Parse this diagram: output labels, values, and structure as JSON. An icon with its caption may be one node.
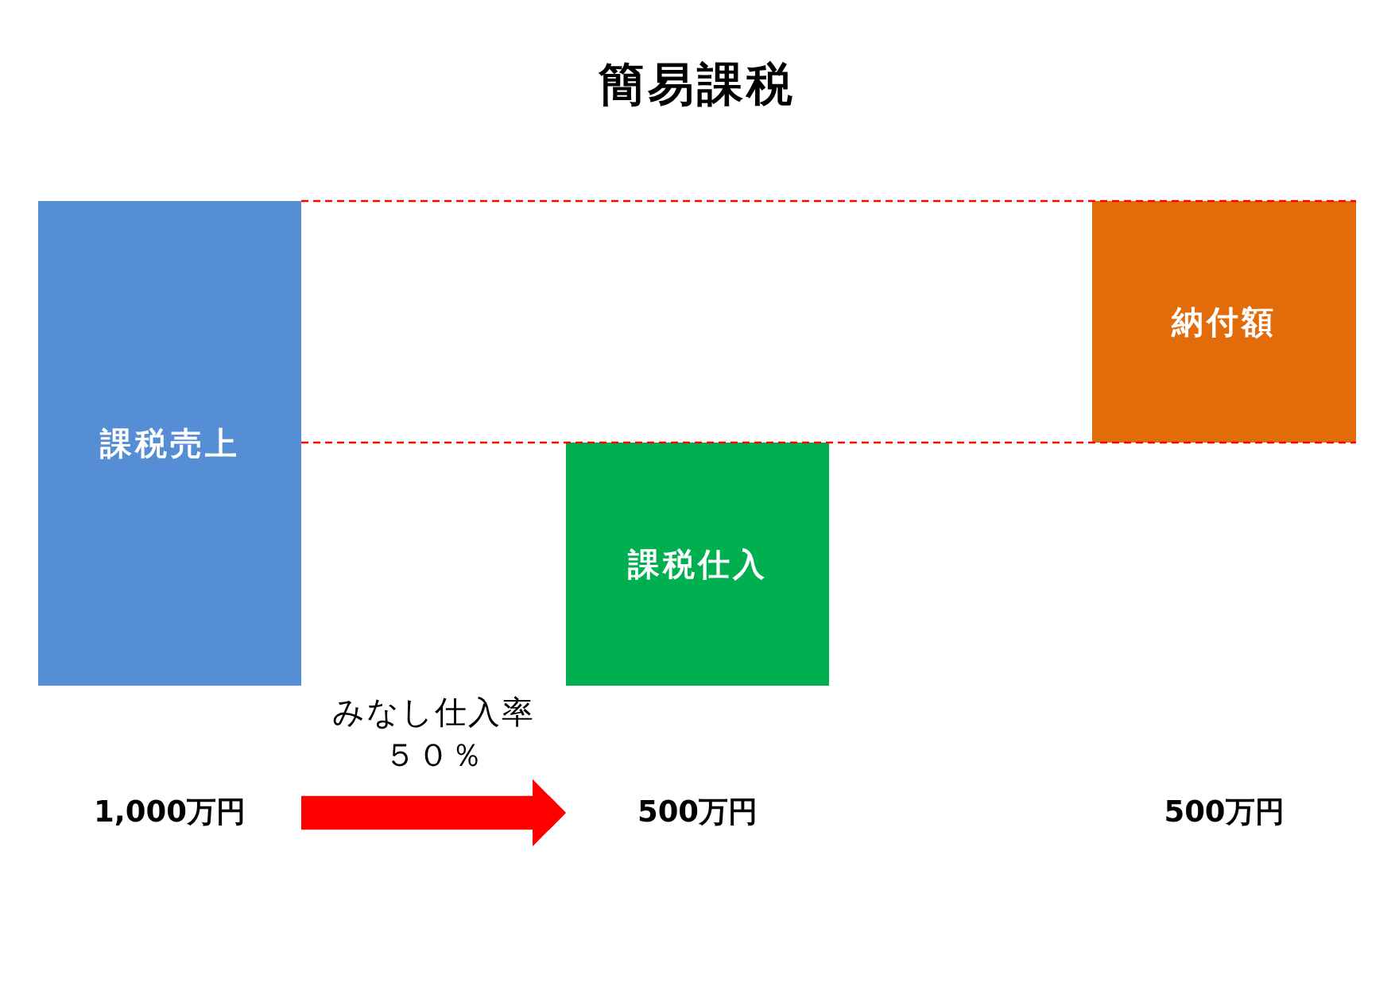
{
  "diagram": {
    "title": "簡易課税",
    "nodes": [
      {
        "text": [
          "課税売上"
        ],
        "beside": [
          "1,000万円"
        ]
      },
      {
        "text": [
          "課税仕入"
        ],
        "beside": [
          "500万円"
        ]
      },
      {
        "text": [
          "納付額"
        ]
      }
    ],
    "edges": [
      {
        "from": 0,
        "to": 1,
        "arrow": "to",
        "label": "みなし仕入率５０％",
        "color": "#ff0000"
      }
    ],
    "labels": [
      "500万円"
    ]
  }
}
